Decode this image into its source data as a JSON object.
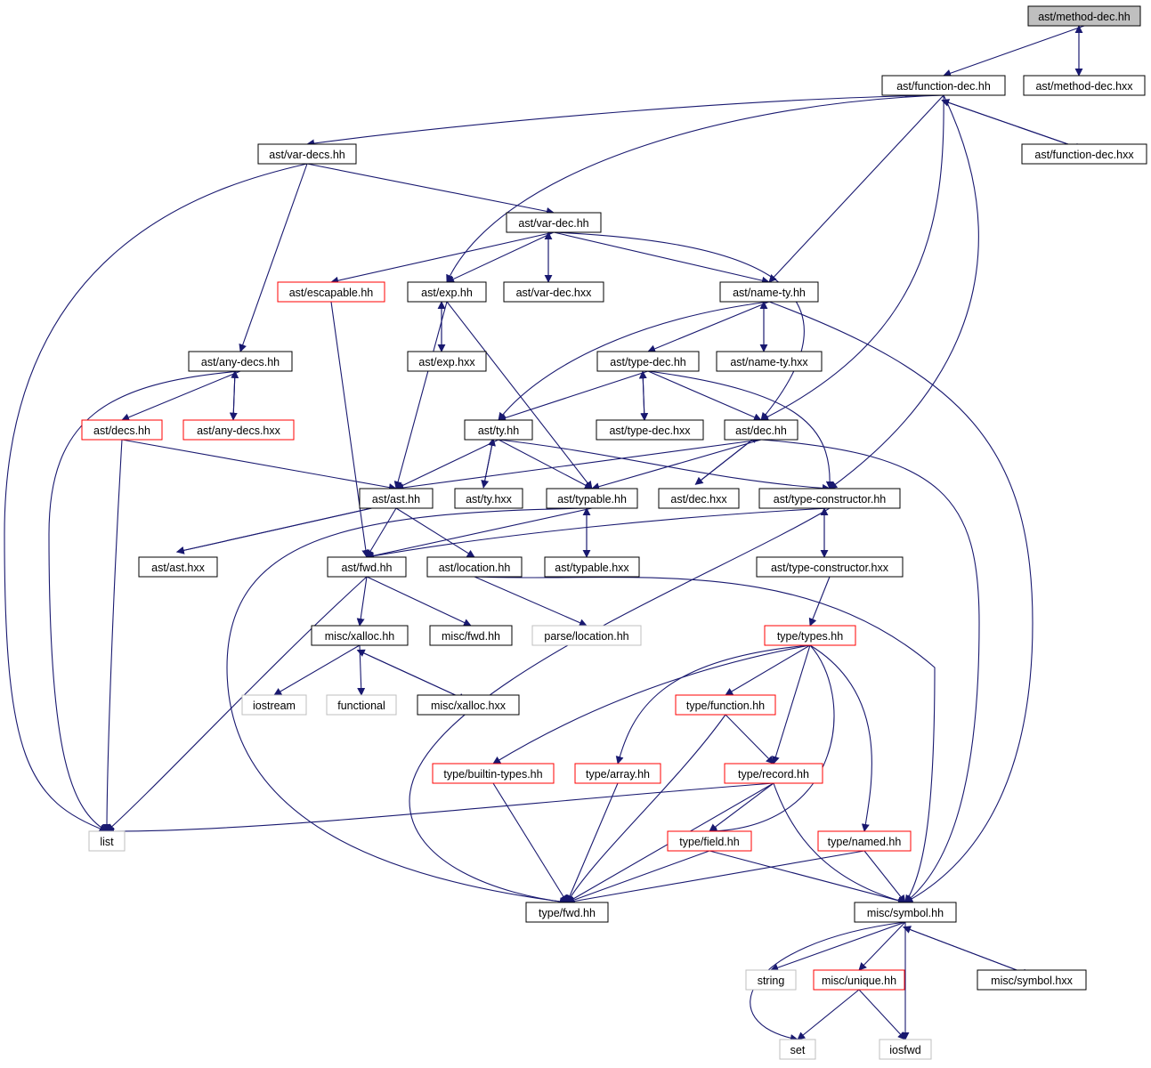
{
  "colors": {
    "edge": "#191970",
    "node_border": "#000000",
    "external_border": "#bfbfbf",
    "truncated_border": "#ff0000",
    "root_fill": "#bfbfbf",
    "default_fill": "#ffffff"
  },
  "graph": {
    "nodes": [
      {
        "id": "method_dec_hh",
        "label": "ast/method-dec.hh",
        "style": "root"
      },
      {
        "id": "function_dec_hh",
        "label": "ast/function-dec.hh",
        "style": "normal"
      },
      {
        "id": "method_dec_hxx",
        "label": "ast/method-dec.hxx",
        "style": "normal"
      },
      {
        "id": "var_decs_hh",
        "label": "ast/var-decs.hh",
        "style": "normal"
      },
      {
        "id": "function_dec_hxx",
        "label": "ast/function-dec.hxx",
        "style": "normal"
      },
      {
        "id": "var_dec_hh",
        "label": "ast/var-dec.hh",
        "style": "normal"
      },
      {
        "id": "escapable_hh",
        "label": "ast/escapable.hh",
        "style": "truncated"
      },
      {
        "id": "exp_hh",
        "label": "ast/exp.hh",
        "style": "normal"
      },
      {
        "id": "var_dec_hxx",
        "label": "ast/var-dec.hxx",
        "style": "normal"
      },
      {
        "id": "name_ty_hh",
        "label": "ast/name-ty.hh",
        "style": "normal"
      },
      {
        "id": "any_decs_hh",
        "label": "ast/any-decs.hh",
        "style": "normal"
      },
      {
        "id": "exp_hxx",
        "label": "ast/exp.hxx",
        "style": "normal"
      },
      {
        "id": "type_dec_hh",
        "label": "ast/type-dec.hh",
        "style": "normal"
      },
      {
        "id": "name_ty_hxx",
        "label": "ast/name-ty.hxx",
        "style": "normal"
      },
      {
        "id": "decs_hh",
        "label": "ast/decs.hh",
        "style": "truncated"
      },
      {
        "id": "any_decs_hxx",
        "label": "ast/any-decs.hxx",
        "style": "truncated"
      },
      {
        "id": "ty_hh",
        "label": "ast/ty.hh",
        "style": "normal"
      },
      {
        "id": "type_dec_hxx",
        "label": "ast/type-dec.hxx",
        "style": "normal"
      },
      {
        "id": "dec_hh",
        "label": "ast/dec.hh",
        "style": "normal"
      },
      {
        "id": "ast_hh",
        "label": "ast/ast.hh",
        "style": "normal"
      },
      {
        "id": "ty_hxx",
        "label": "ast/ty.hxx",
        "style": "normal"
      },
      {
        "id": "typable_hh",
        "label": "ast/typable.hh",
        "style": "normal"
      },
      {
        "id": "dec_hxx",
        "label": "ast/dec.hxx",
        "style": "normal"
      },
      {
        "id": "type_constructor_hh",
        "label": "ast/type-constructor.hh",
        "style": "normal"
      },
      {
        "id": "ast_hxx",
        "label": "ast/ast.hxx",
        "style": "normal"
      },
      {
        "id": "fwd_hh",
        "label": "ast/fwd.hh",
        "style": "normal"
      },
      {
        "id": "location_hh",
        "label": "ast/location.hh",
        "style": "normal"
      },
      {
        "id": "typable_hxx",
        "label": "ast/typable.hxx",
        "style": "normal"
      },
      {
        "id": "type_constructor_hxx",
        "label": "ast/type-constructor.hxx",
        "style": "normal"
      },
      {
        "id": "xalloc_hh",
        "label": "misc/xalloc.hh",
        "style": "normal"
      },
      {
        "id": "misc_fwd_hh",
        "label": "misc/fwd.hh",
        "style": "normal"
      },
      {
        "id": "parse_location_hh",
        "label": "parse/location.hh",
        "style": "external"
      },
      {
        "id": "types_hh",
        "label": "type/types.hh",
        "style": "truncated"
      },
      {
        "id": "iostream",
        "label": "iostream",
        "style": "external"
      },
      {
        "id": "functional",
        "label": "functional",
        "style": "external"
      },
      {
        "id": "xalloc_hxx",
        "label": "misc/xalloc.hxx",
        "style": "normal"
      },
      {
        "id": "function_hh",
        "label": "type/function.hh",
        "style": "truncated"
      },
      {
        "id": "builtin_types_hh",
        "label": "type/builtin-types.hh",
        "style": "truncated"
      },
      {
        "id": "array_hh",
        "label": "type/array.hh",
        "style": "truncated"
      },
      {
        "id": "record_hh",
        "label": "type/record.hh",
        "style": "truncated"
      },
      {
        "id": "list",
        "label": "list",
        "style": "external"
      },
      {
        "id": "field_hh",
        "label": "type/field.hh",
        "style": "truncated"
      },
      {
        "id": "named_hh",
        "label": "type/named.hh",
        "style": "truncated"
      },
      {
        "id": "type_fwd_hh",
        "label": "type/fwd.hh",
        "style": "normal"
      },
      {
        "id": "symbol_hh",
        "label": "misc/symbol.hh",
        "style": "normal"
      },
      {
        "id": "string",
        "label": "string",
        "style": "external"
      },
      {
        "id": "unique_hh",
        "label": "misc/unique.hh",
        "style": "truncated"
      },
      {
        "id": "symbol_hxx",
        "label": "misc/symbol.hxx",
        "style": "normal"
      },
      {
        "id": "set",
        "label": "set",
        "style": "external"
      },
      {
        "id": "iosfwd",
        "label": "iosfwd",
        "style": "external"
      }
    ],
    "edges": [
      [
        "method_dec_hh",
        "function_dec_hh"
      ],
      [
        "method_dec_hh",
        "method_dec_hxx"
      ],
      [
        "method_dec_hxx",
        "method_dec_hh"
      ],
      [
        "function_dec_hh",
        "var_decs_hh"
      ],
      [
        "function_dec_hh",
        "function_dec_hxx"
      ],
      [
        "function_dec_hxx",
        "function_dec_hh"
      ],
      [
        "function_dec_hh",
        "exp_hh"
      ],
      [
        "function_dec_hh",
        "name_ty_hh"
      ],
      [
        "function_dec_hh",
        "dec_hh"
      ],
      [
        "function_dec_hh",
        "type_constructor_hh"
      ],
      [
        "var_decs_hh",
        "var_dec_hh"
      ],
      [
        "var_decs_hh",
        "any_decs_hh"
      ],
      [
        "var_decs_hh",
        "list"
      ],
      [
        "var_dec_hh",
        "escapable_hh"
      ],
      [
        "var_dec_hh",
        "exp_hh"
      ],
      [
        "var_dec_hh",
        "var_dec_hxx"
      ],
      [
        "var_dec_hxx",
        "var_dec_hh"
      ],
      [
        "var_dec_hh",
        "name_ty_hh"
      ],
      [
        "var_dec_hh",
        "dec_hh"
      ],
      [
        "escapable_hh",
        "fwd_hh"
      ],
      [
        "exp_hh",
        "exp_hxx"
      ],
      [
        "exp_hxx",
        "exp_hh"
      ],
      [
        "exp_hh",
        "ast_hh"
      ],
      [
        "exp_hh",
        "typable_hh"
      ],
      [
        "name_ty_hh",
        "type_dec_hh"
      ],
      [
        "name_ty_hh",
        "name_ty_hxx"
      ],
      [
        "name_ty_hxx",
        "name_ty_hh"
      ],
      [
        "name_ty_hh",
        "ty_hh"
      ],
      [
        "name_ty_hh",
        "symbol_hh"
      ],
      [
        "any_decs_hh",
        "decs_hh"
      ],
      [
        "any_decs_hh",
        "any_decs_hxx"
      ],
      [
        "any_decs_hxx",
        "any_decs_hh"
      ],
      [
        "any_decs_hh",
        "list"
      ],
      [
        "type_dec_hh",
        "ty_hh"
      ],
      [
        "type_dec_hh",
        "type_dec_hxx"
      ],
      [
        "type_dec_hxx",
        "type_dec_hh"
      ],
      [
        "type_dec_hh",
        "dec_hh"
      ],
      [
        "type_dec_hh",
        "type_constructor_hh"
      ],
      [
        "decs_hh",
        "ast_hh"
      ],
      [
        "decs_hh",
        "list"
      ],
      [
        "ty_hh",
        "ast_hh"
      ],
      [
        "ty_hh",
        "ty_hxx"
      ],
      [
        "ty_hxx",
        "ty_hh"
      ],
      [
        "ty_hh",
        "typable_hh"
      ],
      [
        "ty_hh",
        "type_constructor_hh"
      ],
      [
        "dec_hh",
        "ast_hh"
      ],
      [
        "dec_hh",
        "typable_hh"
      ],
      [
        "dec_hh",
        "dec_hxx"
      ],
      [
        "dec_hxx",
        "dec_hh"
      ],
      [
        "dec_hh",
        "symbol_hh"
      ],
      [
        "ast_hh",
        "ast_hxx"
      ],
      [
        "ast_hxx",
        "ast_hh"
      ],
      [
        "ast_hh",
        "fwd_hh"
      ],
      [
        "ast_hh",
        "location_hh"
      ],
      [
        "typable_hh",
        "fwd_hh"
      ],
      [
        "typable_hh",
        "typable_hxx"
      ],
      [
        "typable_hxx",
        "typable_hh"
      ],
      [
        "typable_hh",
        "type_fwd_hh"
      ],
      [
        "type_constructor_hh",
        "fwd_hh"
      ],
      [
        "type_constructor_hh",
        "type_constructor_hxx"
      ],
      [
        "type_constructor_hxx",
        "type_constructor_hh"
      ],
      [
        "type_constructor_hh",
        "type_fwd_hh"
      ],
      [
        "type_constructor_hxx",
        "types_hh"
      ],
      [
        "fwd_hh",
        "xalloc_hh"
      ],
      [
        "fwd_hh",
        "misc_fwd_hh"
      ],
      [
        "fwd_hh",
        "list"
      ],
      [
        "location_hh",
        "parse_location_hh"
      ],
      [
        "location_hh",
        "symbol_hh"
      ],
      [
        "xalloc_hh",
        "iostream"
      ],
      [
        "xalloc_hh",
        "functional"
      ],
      [
        "xalloc_hh",
        "xalloc_hxx"
      ],
      [
        "xalloc_hxx",
        "xalloc_hh"
      ],
      [
        "types_hh",
        "function_hh"
      ],
      [
        "types_hh",
        "builtin_types_hh"
      ],
      [
        "types_hh",
        "array_hh"
      ],
      [
        "types_hh",
        "record_hh"
      ],
      [
        "types_hh",
        "field_hh"
      ],
      [
        "types_hh",
        "named_hh"
      ],
      [
        "function_hh",
        "record_hh"
      ],
      [
        "function_hh",
        "type_fwd_hh"
      ],
      [
        "builtin_types_hh",
        "type_fwd_hh"
      ],
      [
        "array_hh",
        "type_fwd_hh"
      ],
      [
        "record_hh",
        "list"
      ],
      [
        "record_hh",
        "field_hh"
      ],
      [
        "record_hh",
        "type_fwd_hh"
      ],
      [
        "record_hh",
        "symbol_hh"
      ],
      [
        "field_hh",
        "type_fwd_hh"
      ],
      [
        "field_hh",
        "symbol_hh"
      ],
      [
        "named_hh",
        "type_fwd_hh"
      ],
      [
        "named_hh",
        "symbol_hh"
      ],
      [
        "symbol_hh",
        "string"
      ],
      [
        "symbol_hh",
        "unique_hh"
      ],
      [
        "symbol_hh",
        "symbol_hxx"
      ],
      [
        "symbol_hxx",
        "symbol_hh"
      ],
      [
        "symbol_hh",
        "set"
      ],
      [
        "symbol_hh",
        "iosfwd"
      ],
      [
        "unique_hh",
        "set"
      ],
      [
        "unique_hh",
        "iosfwd"
      ]
    ]
  }
}
